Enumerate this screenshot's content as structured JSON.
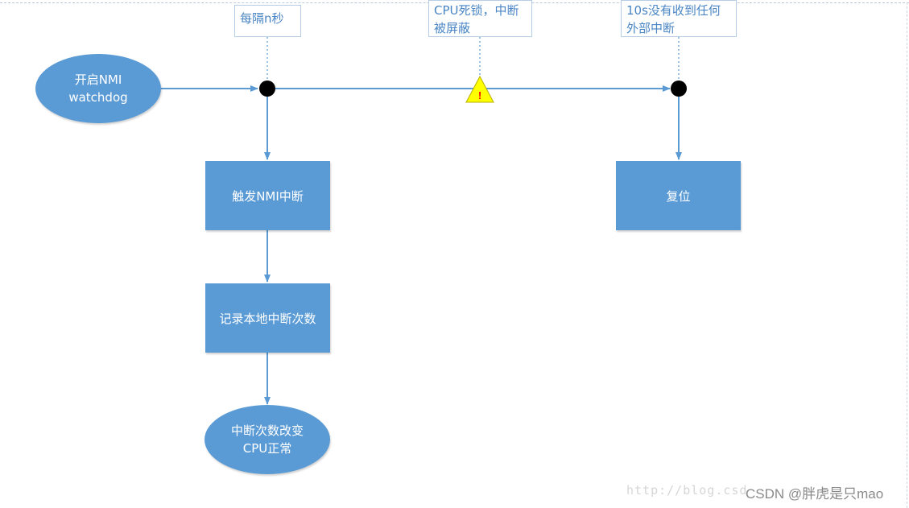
{
  "callouts": {
    "interval": "每隔n秒",
    "cpu_deadlock_line1": "CPU死锁，中断",
    "cpu_deadlock_line2": "被屏蔽",
    "no_interrupt_line1": "10s没有收到任何",
    "no_interrupt_line2": "外部中断"
  },
  "nodes": {
    "start_line1": "开启NMI",
    "start_line2": "watchdog",
    "trigger_nmi": "触发NMI中断",
    "record_count": "记录本地中断次数",
    "count_changed_line1": "中断次数改变",
    "count_changed_line2": "CPU正常",
    "reset": "复位"
  },
  "warning": {
    "symbol": "!"
  },
  "watermark": {
    "url": "http://blog.csd",
    "brand": "CSDN @胖虎是只mao"
  },
  "colors": {
    "node_fill": "#5b9bd5",
    "connector": "#5b9bd5",
    "callout_text": "#4a86c5",
    "callout_border": "#b7cde6",
    "warning_fill": "#ffff00",
    "warning_mark": "#ff0000"
  }
}
